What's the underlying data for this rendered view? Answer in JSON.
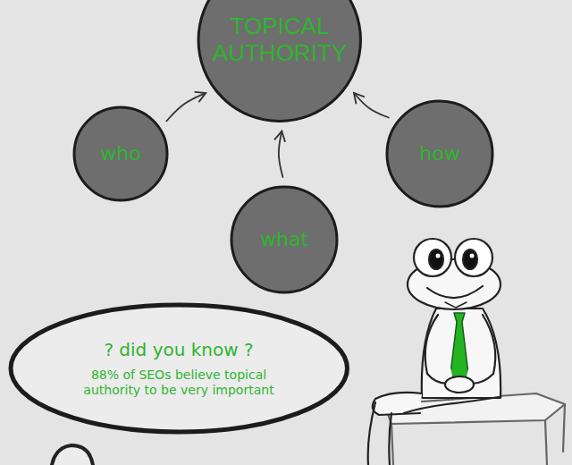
{
  "diagram": {
    "nodes": [
      {
        "text": [
          "TOPICAL AUTHORITY"
        ]
      },
      {
        "text": [
          "who"
        ]
      },
      {
        "text": [
          "how"
        ]
      },
      {
        "text": [
          "what"
        ]
      },
      {
        "text": [
          "? did you know ?",
          "88% of SEOs believe topical authority to be very important"
        ]
      }
    ],
    "edges": [
      {
        "from": 1,
        "to": 0,
        "arrow": "to"
      },
      {
        "from": 3,
        "to": 0,
        "arrow": "to"
      },
      {
        "from": 2,
        "to": 0,
        "arrow": "to"
      }
    ]
  }
}
